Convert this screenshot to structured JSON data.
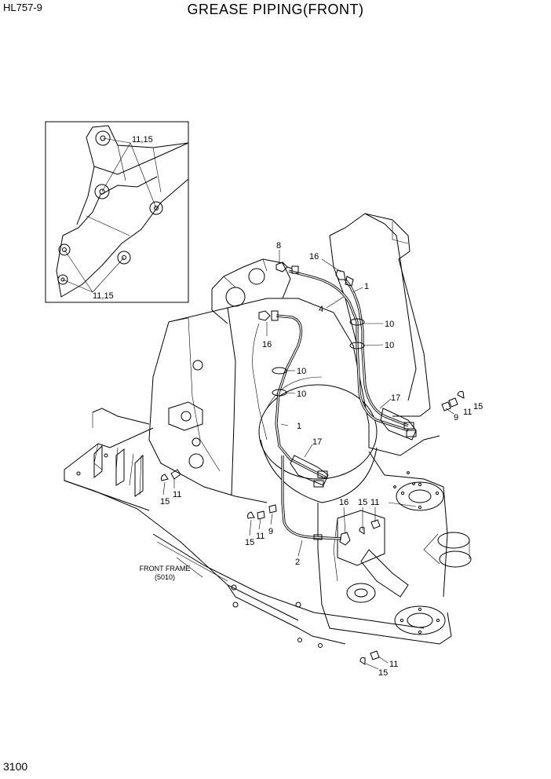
{
  "header": {
    "model": "HL757-9",
    "title": "GREASE PIPING(FRONT)"
  },
  "footer": {
    "page_number": "3100"
  },
  "callouts": {
    "inset_top": "11,15",
    "inset_bottom": "11,15",
    "c8": "8",
    "c16a": "16",
    "c1a": "1",
    "c4": "4",
    "c10a": "10",
    "c10b": "10",
    "c16b": "16",
    "c10c": "10",
    "c10d": "10",
    "c17a": "17",
    "c9a": "9",
    "c11a": "11",
    "c15a": "15",
    "c1b": "1",
    "c17b": "17",
    "c15b": "15",
    "c11b": "11",
    "c16c": "16",
    "c15c": "15",
    "c11c": "11",
    "c9b": "9",
    "c11d": "11",
    "c15d": "15",
    "c2": "2",
    "c11e": "11",
    "c15e": "15"
  },
  "front_frame": {
    "name": "FRONT FRAME",
    "code": "(5010)"
  }
}
